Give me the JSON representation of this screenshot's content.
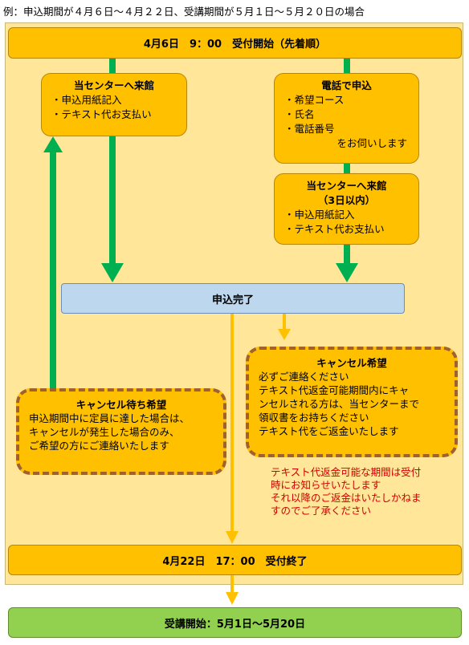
{
  "caption": "例：申込期間が４月６日〜４月２２日、受講期間が５月１日〜５月２０日の場合",
  "top_bar": "4月6日　9：00　受付開始（先着順）",
  "visit_box": {
    "title": "当センターへ来館",
    "items": [
      "申込用紙記入",
      "テキスト代お支払い"
    ]
  },
  "phone_box": {
    "title": "電話で申込",
    "items": [
      "希望コース",
      "氏名",
      "電話番号"
    ],
    "tail": "をお伺いします"
  },
  "visit3_box": {
    "title": "当センターへ来館",
    "subtitle": "（3日以内）",
    "items": [
      "申込用紙記入",
      "テキスト代お支払い"
    ]
  },
  "done": "申込完了",
  "cancel_box": {
    "title": "キャンセル希望",
    "lines": [
      "必ずご連絡ください",
      "テキスト代返金可能期間内にキャ",
      "ンセルされる方は、当センターまで",
      "領収書をお持ちください",
      "テキスト代をご返金いたします"
    ]
  },
  "waitlist_box": {
    "title": "キャンセル待ち希望",
    "lines": [
      "申込期間中に定員に達した場合は、",
      "キャンセルが発生した場合のみ、",
      "ご希望の方にご連絡いたします"
    ]
  },
  "note": {
    "lines": [
      "テキスト代返金可能な期間は受付",
      "時にお知らせいたします",
      "それ以降のご返金はいたしかねま",
      "すのでご了承ください"
    ],
    "color": "#d00000"
  },
  "end_bar": "4月22日　17：00　受付終了",
  "start_bar": "受講開始：5月1日〜5月20日",
  "colors": {
    "green_arrow": "#00b050",
    "yellow_arrow": "#ffc000",
    "panel": "#ffe699"
  }
}
